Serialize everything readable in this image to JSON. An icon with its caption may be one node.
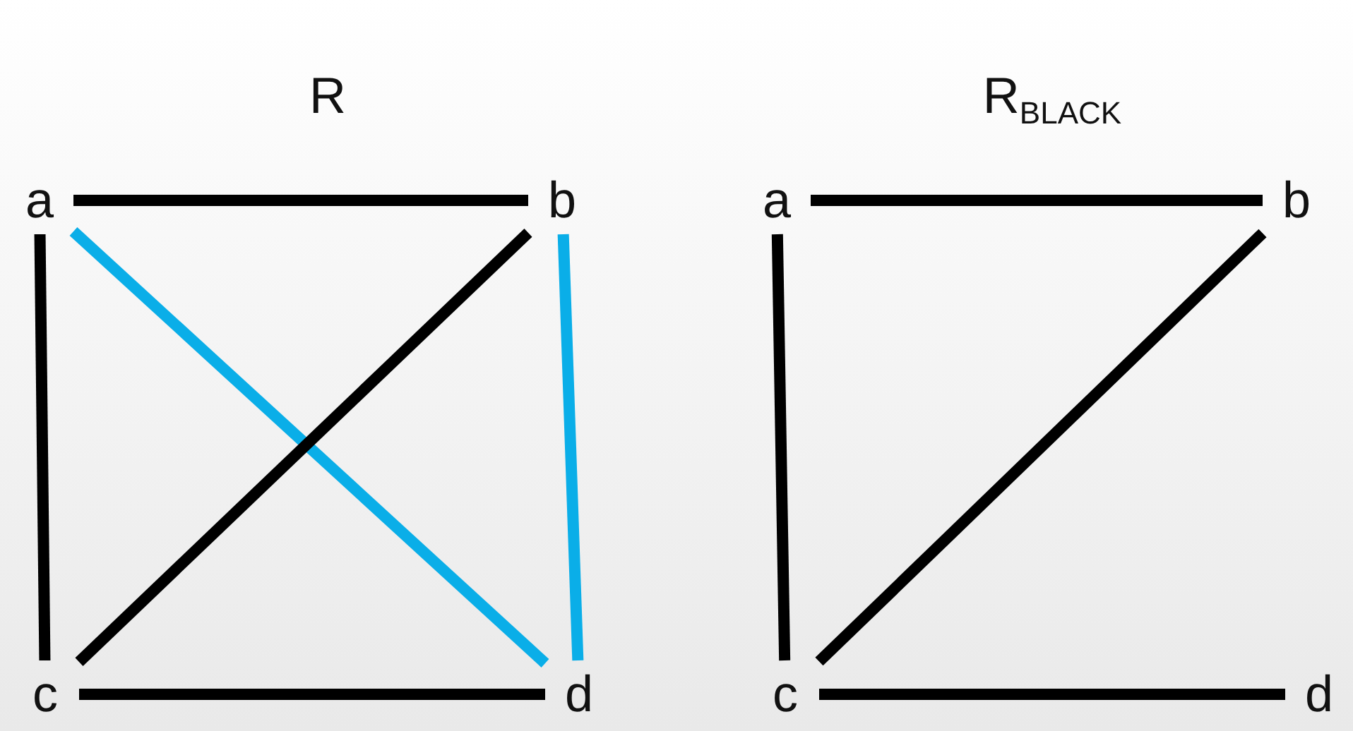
{
  "diagram": {
    "nodes": [
      {
        "text": [
          "a"
        ]
      },
      {
        "text": [
          "b"
        ]
      },
      {
        "text": [
          "c"
        ]
      },
      {
        "text": [
          "d"
        ]
      },
      {
        "text": [
          "a"
        ]
      },
      {
        "text": [
          "b"
        ]
      },
      {
        "text": [
          "c"
        ]
      },
      {
        "text": [
          "d"
        ]
      }
    ],
    "edges": [
      {
        "from": 0,
        "to": 1,
        "arrow": "none"
      },
      {
        "from": 0,
        "to": 2,
        "arrow": "none"
      },
      {
        "from": 0,
        "to": 3,
        "arrow": "none",
        "color": "#0aaee8"
      },
      {
        "from": 2,
        "to": 1,
        "arrow": "none"
      },
      {
        "from": 1,
        "to": 3,
        "arrow": "none",
        "color": "#0aaee8"
      },
      {
        "from": 2,
        "to": 3,
        "arrow": "none"
      },
      {
        "from": 4,
        "to": 5,
        "arrow": "none"
      },
      {
        "from": 4,
        "to": 6,
        "arrow": "none"
      },
      {
        "from": 6,
        "to": 5,
        "arrow": "none"
      },
      {
        "from": 6,
        "to": 7,
        "arrow": "none"
      }
    ],
    "labels": [
      "R",
      "R$_{BLACK}$"
    ]
  }
}
